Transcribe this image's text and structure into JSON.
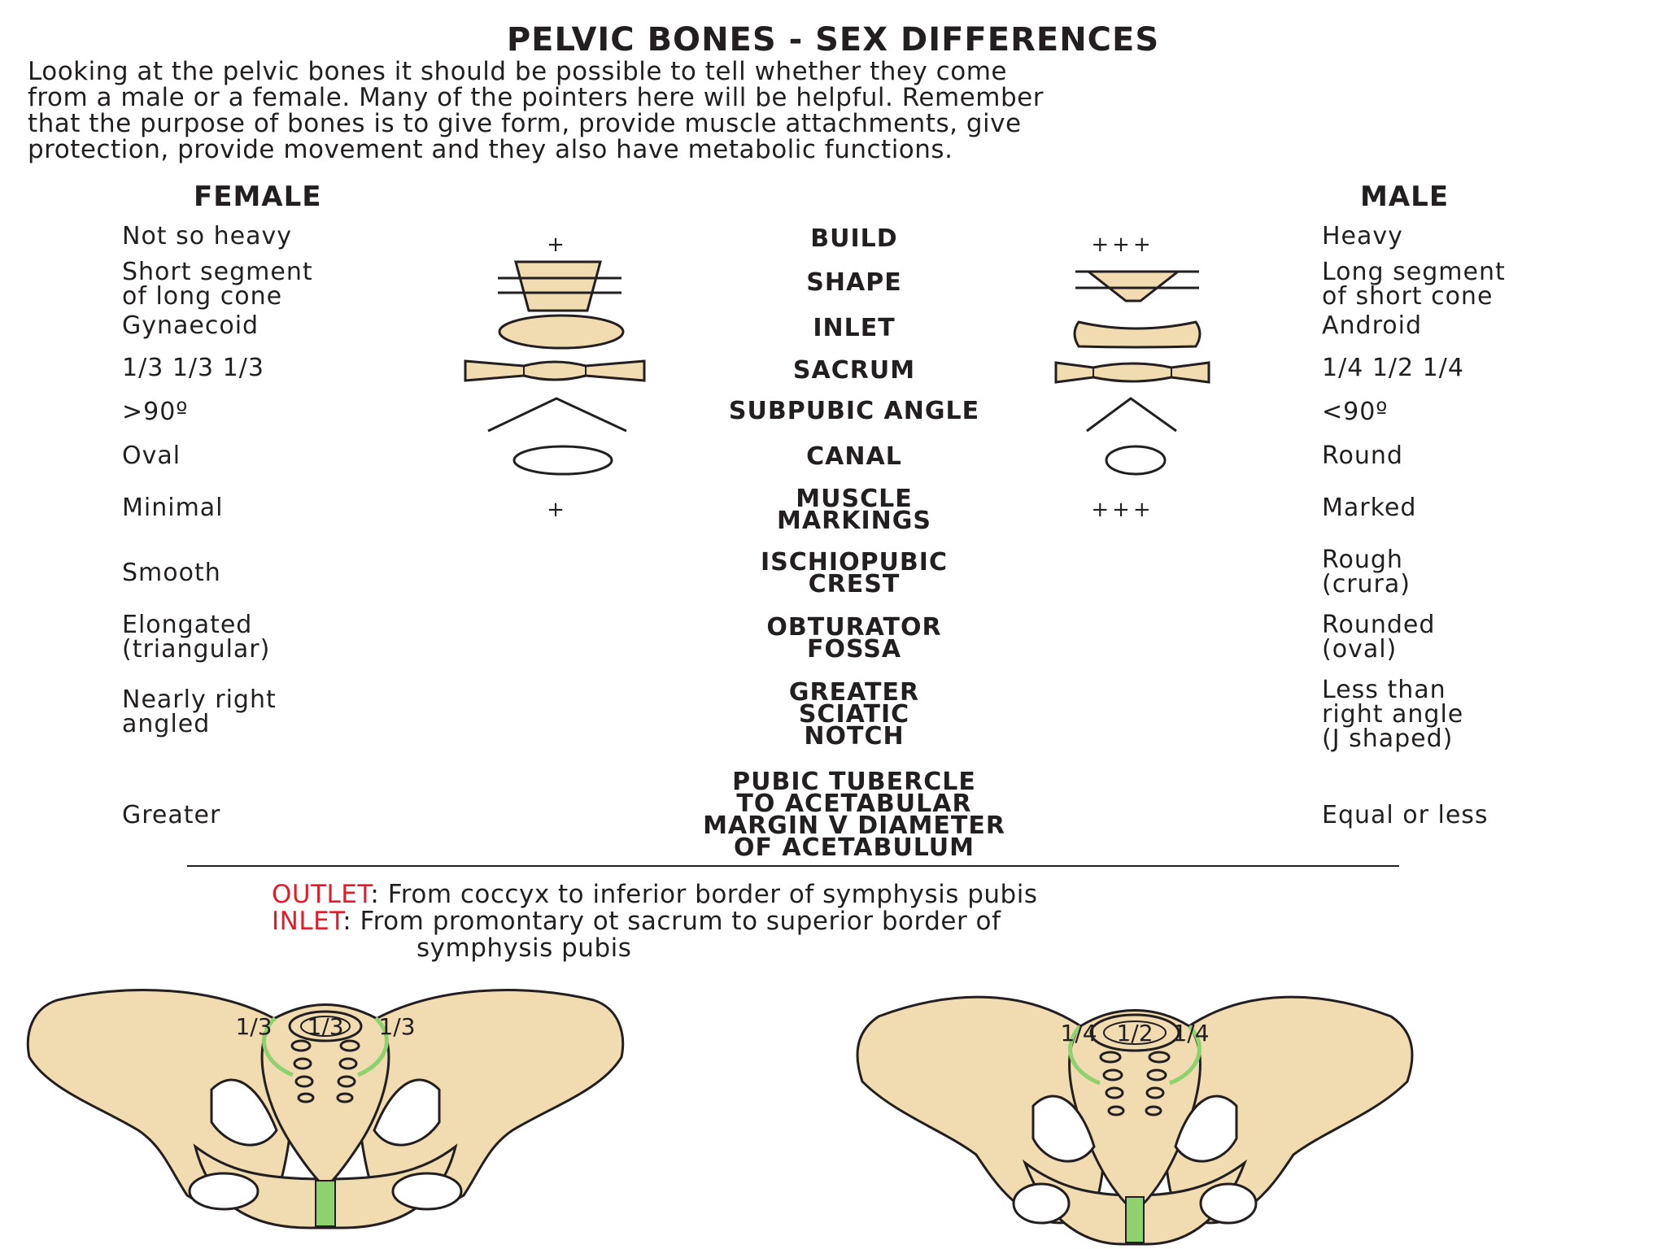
{
  "title": "PELVIC BONES - SEX DIFFERENCES",
  "intro": [
    "Looking at the pelvic bones it should be possible to tell whether they come",
    "from a male or a female. Many of the pointers here will be helpful. Remember",
    "that the purpose of bones is to give form, provide muscle attachments, give",
    "protection, provide movement and they also have metabolic functions."
  ],
  "headers": {
    "female": "FEMALE",
    "male": "MALE"
  },
  "rows": [
    {
      "female": [
        "Not so heavy"
      ],
      "feature": [
        "BUILD"
      ],
      "male": [
        "Heavy"
      ],
      "female_symbol": "+",
      "male_symbol": "+++"
    },
    {
      "female": [
        "Short segment",
        "of long cone"
      ],
      "feature": [
        "SHAPE"
      ],
      "male": [
        "Long segment",
        "of short cone"
      ]
    },
    {
      "female": [
        "Gynaecoid"
      ],
      "feature": [
        "INLET"
      ],
      "male": [
        "Android"
      ]
    },
    {
      "female": [
        "1/3 1/3 1/3"
      ],
      "feature": [
        "SACRUM"
      ],
      "male": [
        "1/4 1/2 1/4"
      ]
    },
    {
      "female": [
        ">90º"
      ],
      "feature": [
        "SUBPUBIC ANGLE"
      ],
      "male": [
        "<90º"
      ]
    },
    {
      "female": [
        "Oval"
      ],
      "feature": [
        "CANAL"
      ],
      "male": [
        "Round"
      ]
    },
    {
      "female": [
        "Minimal"
      ],
      "feature": [
        "MUSCLE",
        "MARKINGS"
      ],
      "male": [
        "Marked"
      ],
      "female_symbol": "+",
      "male_symbol": "+++"
    },
    {
      "female": [
        "Smooth"
      ],
      "feature": [
        "ISCHIOPUBIC",
        "CREST"
      ],
      "male": [
        "Rough",
        "(crura)"
      ]
    },
    {
      "female": [
        "Elongated",
        "(triangular)"
      ],
      "feature": [
        "OBTURATOR",
        "FOSSA"
      ],
      "male": [
        "Rounded",
        "(oval)"
      ]
    },
    {
      "female": [
        "Nearly right",
        "angled"
      ],
      "feature": [
        "GREATER",
        "SCIATIC",
        "NOTCH"
      ],
      "male": [
        "Less than",
        "right angle",
        "(J shaped)"
      ]
    },
    {
      "female": [
        "Greater"
      ],
      "feature": [
        "PUBIC TUBERCLE",
        "TO ACETABULAR",
        "MARGIN V DIAMETER",
        "OF ACETABULUM"
      ],
      "male": [
        "Equal or less"
      ]
    }
  ],
  "definitions": {
    "outlet_label": "OUTLET",
    "outlet_text": ": From coccyx to inferior border of symphysis pubis",
    "inlet_label": "INLET",
    "inlet_text_1": ": From promontary ot sacrum to superior border of",
    "inlet_text_2": "symphysis pubis"
  },
  "figures": {
    "female_sacrum": {
      "left": "1/3",
      "center": "1/3",
      "right": "1/3"
    },
    "male_sacrum": {
      "left": "1/4",
      "center": "1/2",
      "right": "1/4"
    }
  },
  "colors": {
    "bone_fill": "#f0dcb0",
    "green_highlight": "#8ed26f",
    "red_label": "#e21c2a",
    "ink": "#231f20"
  }
}
